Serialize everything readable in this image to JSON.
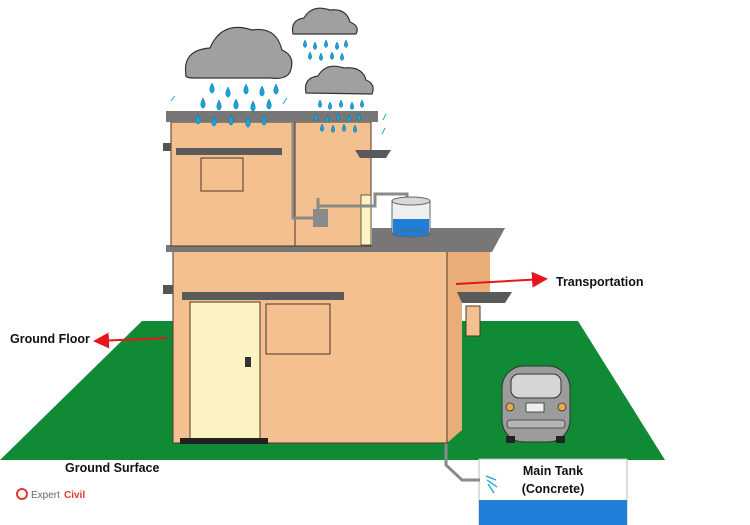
{
  "labels": {
    "transportation": "Transportation",
    "ground_floor": "Ground Floor",
    "ground_surface": "Ground Surface",
    "main_tank_line1": "Main Tank",
    "main_tank_line2": "(Concrete)"
  },
  "logo": {
    "text_main": "Expert",
    "text_accent": "Civil"
  },
  "colors": {
    "ground": "#118a35",
    "wall": "#f4c08f",
    "wall_dark": "#e9ae78",
    "roof": "#7a7a7a",
    "door": "#fbf3c2",
    "cloud": "#a0a0a0",
    "rain": "#1aa3dd",
    "tank_water": "#1f7fd8",
    "arrow": "#e8161c",
    "vehicle": "#9c9c9c"
  }
}
